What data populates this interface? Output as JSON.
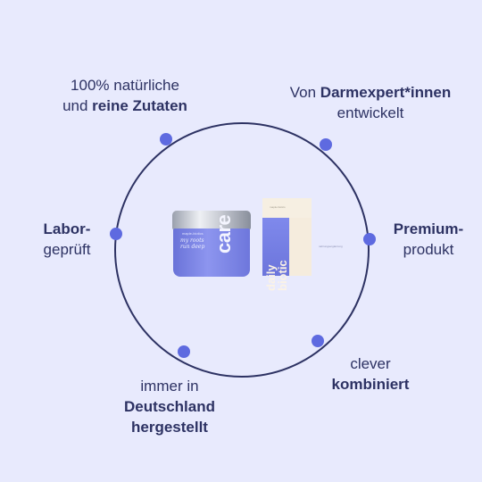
{
  "labels": {
    "natural": {
      "line1": "100% natürliche",
      "line2_prefix": "und ",
      "line2_bold": "reine Zutaten"
    },
    "darm": {
      "line1_prefix": "Von ",
      "line1_bold": "Darmexpert*innen",
      "line2": "entwickelt"
    },
    "labor": {
      "line1": "Labor-",
      "line2": "geprüft"
    },
    "premium": {
      "line1": "Premium-",
      "line2": "produkt"
    },
    "clever": {
      "line1": "clever",
      "line2": "kombiniert"
    },
    "germany": {
      "line1": "immer in",
      "line2": "Deutschland",
      "line3": "hergestellt"
    }
  },
  "products": {
    "jar": {
      "brand": "maple-biotics",
      "tagline_1": "my roots",
      "tagline_2": "run deep",
      "word": "care"
    },
    "box": {
      "small_text": "maple-biotics",
      "word_1": "daily",
      "word_2": "biotic",
      "side_note": "nahrungsergänzung"
    }
  },
  "colors": {
    "background": "#e8eafd",
    "ring": "#2d3263",
    "dot": "#5e6ae0",
    "text": "#2d3263"
  }
}
